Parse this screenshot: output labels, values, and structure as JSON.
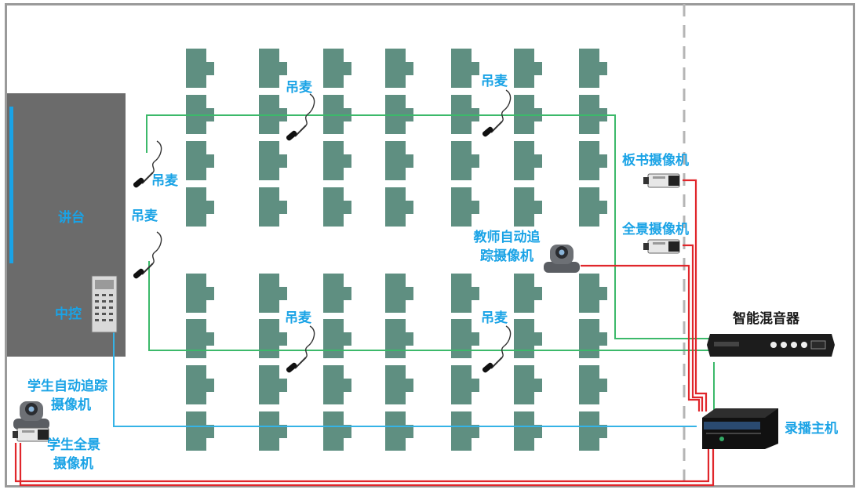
{
  "podium": {
    "label": "讲台"
  },
  "control": {
    "label": "中控"
  },
  "microphones": {
    "label": "吊麦"
  },
  "cameras": {
    "blackboard": "板书摄像机",
    "panorama": "全景摄像机",
    "teacher_tracking_line1": "教师自动追",
    "teacher_tracking_line2": "踪摄像机",
    "student_tracking_line1": "学生自动追踪",
    "student_tracking_line2": "摄像机",
    "student_panorama_line1": "学生全景",
    "student_panorama_line2": "摄像机"
  },
  "devices": {
    "mixer": "智能混音器",
    "recorder": "录播主机"
  },
  "colors": {
    "seat": "#5f8f81",
    "podium": "#6b6b6b",
    "green_line": "#3cb96a",
    "blue_line": "#35b3e6",
    "red_line": "#e0262b",
    "label": "#1aa3e6"
  }
}
